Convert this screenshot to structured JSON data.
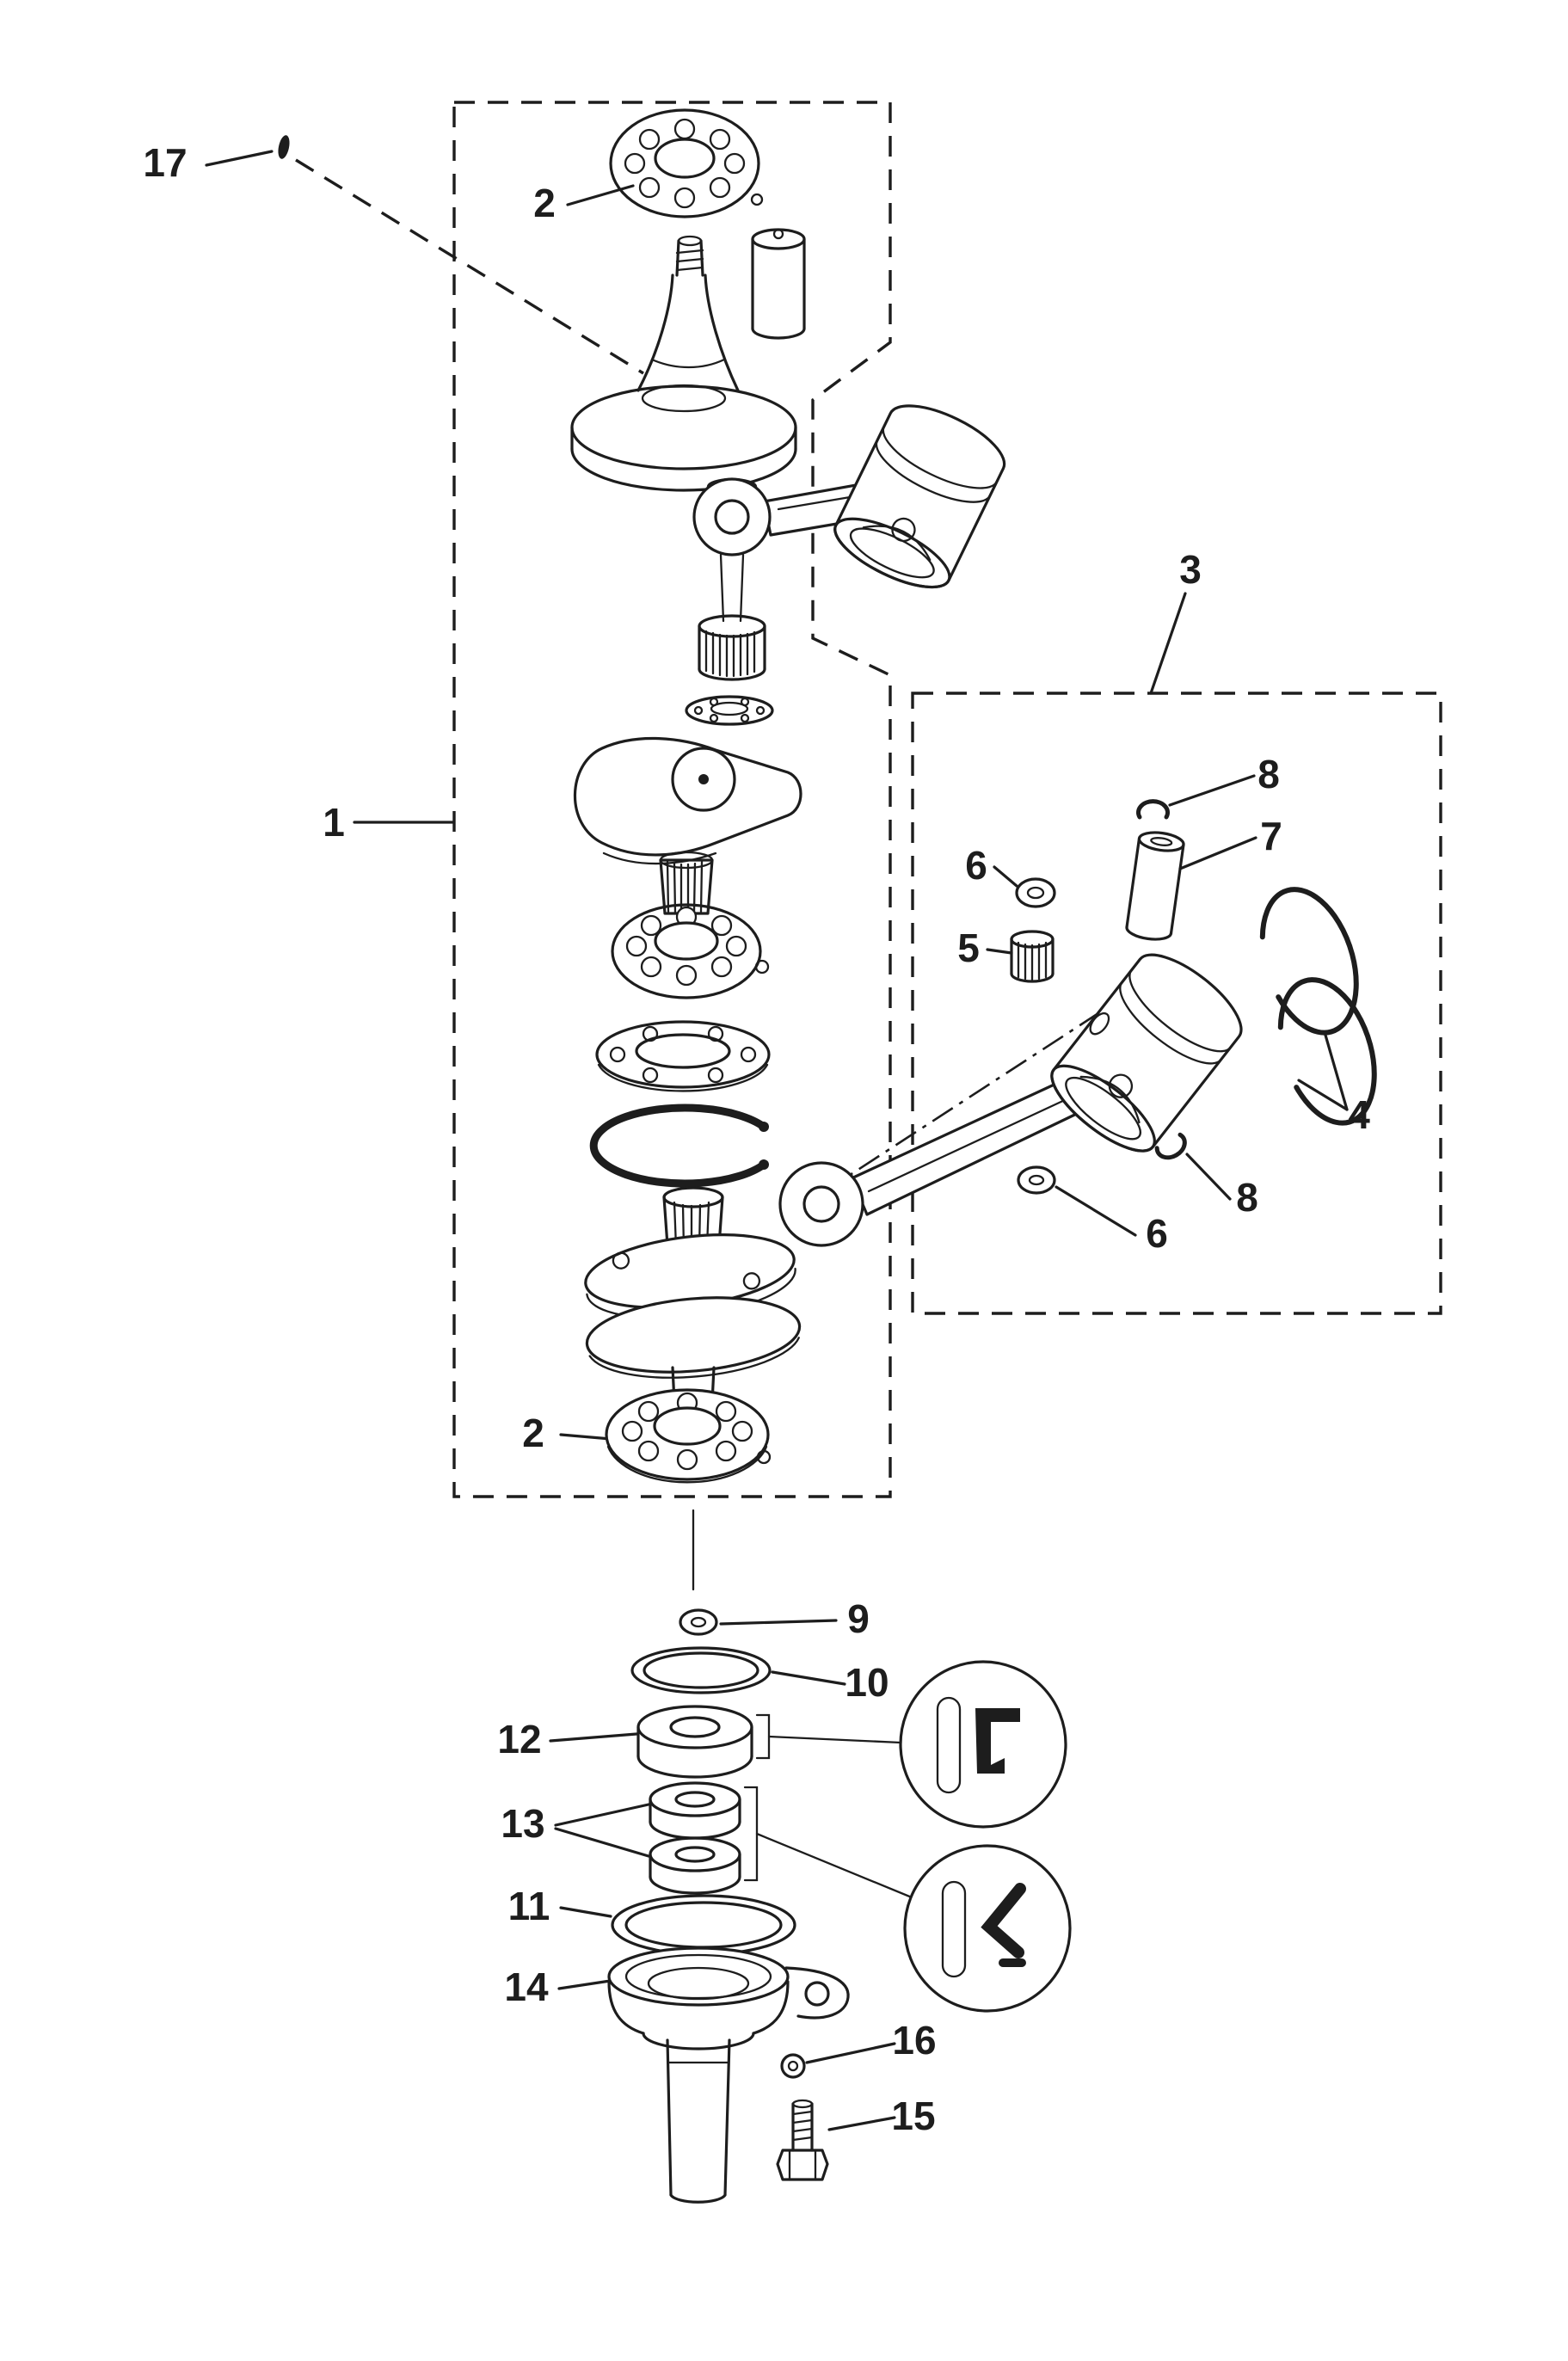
{
  "colors": {
    "ink": "#1d1d1d",
    "paper": "#ffffff"
  },
  "callouts": [
    {
      "ref": "17"
    },
    {
      "ref": "2"
    },
    {
      "ref": "1"
    },
    {
      "ref": "3"
    },
    {
      "ref": "8"
    },
    {
      "ref": "7"
    },
    {
      "ref": "6"
    },
    {
      "ref": "5"
    },
    {
      "ref": "4"
    },
    {
      "ref": "8"
    },
    {
      "ref": "6"
    },
    {
      "ref": "2"
    },
    {
      "ref": "9"
    },
    {
      "ref": "10"
    },
    {
      "ref": "12"
    },
    {
      "ref": "13"
    },
    {
      "ref": "11"
    },
    {
      "ref": "14"
    },
    {
      "ref": "16"
    },
    {
      "ref": "15"
    }
  ]
}
